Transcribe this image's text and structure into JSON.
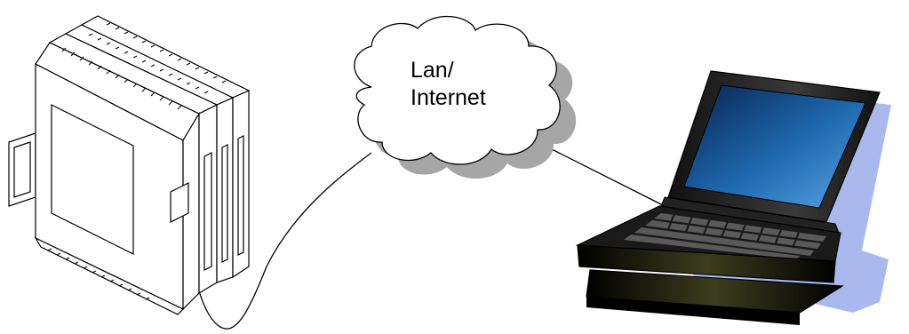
{
  "cloud": {
    "label_line1": "Lan/",
    "label_line2": "Internet"
  },
  "nodes": [
    {
      "name": "plc-module-rack",
      "icon": "io-module-rack-icon"
    },
    {
      "name": "network-cloud",
      "icon": "cloud-icon"
    },
    {
      "name": "laptop",
      "icon": "laptop-icon"
    }
  ],
  "connections": [
    {
      "from": "plc-module-rack",
      "to": "network-cloud"
    },
    {
      "from": "network-cloud",
      "to": "laptop"
    }
  ],
  "colors": {
    "line": "#000000",
    "cloud_shadow": "#a6a6a6",
    "laptop_shadow": "#a9b9ee",
    "screen": "#0b2f6b"
  }
}
